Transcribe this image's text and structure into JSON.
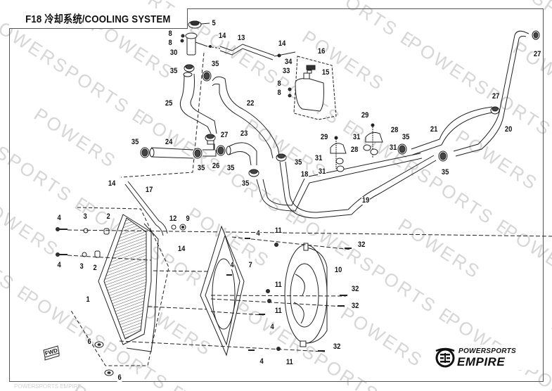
{
  "title": "F18 冷却系统/COOLING SYSTEM",
  "watermark": "POWERSPORTS EMPIRE",
  "brand": {
    "line1": "POWERSPORTS",
    "line2": "EMPIRE"
  },
  "fwd_label": "FWD",
  "colors": {
    "ink": "#111111",
    "frame": "#555555",
    "watermark": "#d6d6d6"
  },
  "callouts": [
    {
      "id": "c5",
      "label": "5"
    },
    {
      "id": "c8a",
      "label": "8"
    },
    {
      "id": "c8b",
      "label": "8"
    },
    {
      "id": "c30",
      "label": "30"
    },
    {
      "id": "c14a",
      "label": "14"
    },
    {
      "id": "c13",
      "label": "13"
    },
    {
      "id": "c14b",
      "label": "14"
    },
    {
      "id": "c16",
      "label": "16"
    },
    {
      "id": "c34",
      "label": "34"
    },
    {
      "id": "c33",
      "label": "33"
    },
    {
      "id": "c15",
      "label": "15"
    },
    {
      "id": "c8c",
      "label": "8"
    },
    {
      "id": "c8d",
      "label": "8"
    },
    {
      "id": "c35a",
      "label": "35"
    },
    {
      "id": "c35b",
      "label": "35"
    },
    {
      "id": "c25",
      "label": "25"
    },
    {
      "id": "c22",
      "label": "22"
    },
    {
      "id": "c27a",
      "label": "27"
    },
    {
      "id": "c27b",
      "label": "27"
    },
    {
      "id": "c27c",
      "label": "27"
    },
    {
      "id": "c35c",
      "label": "35"
    },
    {
      "id": "c24",
      "label": "24"
    },
    {
      "id": "c23",
      "label": "23"
    },
    {
      "id": "c35d",
      "label": "35"
    },
    {
      "id": "c26",
      "label": "26"
    },
    {
      "id": "c35e",
      "label": "35"
    },
    {
      "id": "c35f",
      "label": "35"
    },
    {
      "id": "c35g",
      "label": "35"
    },
    {
      "id": "c29a",
      "label": "29"
    },
    {
      "id": "c29b",
      "label": "29"
    },
    {
      "id": "c28a",
      "label": "28"
    },
    {
      "id": "c28b",
      "label": "28"
    },
    {
      "id": "c31a",
      "label": "31"
    },
    {
      "id": "c31b",
      "label": "31"
    },
    {
      "id": "c31c",
      "label": "31"
    },
    {
      "id": "c31d",
      "label": "31"
    },
    {
      "id": "c35h",
      "label": "35"
    },
    {
      "id": "c35i",
      "label": "35"
    },
    {
      "id": "c21",
      "label": "21"
    },
    {
      "id": "c20",
      "label": "20"
    },
    {
      "id": "c18",
      "label": "18"
    },
    {
      "id": "c19",
      "label": "19"
    },
    {
      "id": "c14c",
      "label": "14"
    },
    {
      "id": "c17",
      "label": "17"
    },
    {
      "id": "c12",
      "label": "12"
    },
    {
      "id": "c9",
      "label": "9"
    },
    {
      "id": "c14d",
      "label": "14"
    },
    {
      "id": "c4a",
      "label": "4"
    },
    {
      "id": "c3a",
      "label": "3"
    },
    {
      "id": "c2a",
      "label": "2"
    },
    {
      "id": "c4b",
      "label": "4"
    },
    {
      "id": "c3b",
      "label": "3"
    },
    {
      "id": "c2b",
      "label": "2"
    },
    {
      "id": "c1",
      "label": "1"
    },
    {
      "id": "c6a",
      "label": "6"
    },
    {
      "id": "c6b",
      "label": "6"
    },
    {
      "id": "c4c",
      "label": "4"
    },
    {
      "id": "c4d",
      "label": "4"
    },
    {
      "id": "c7",
      "label": "7"
    },
    {
      "id": "c4e",
      "label": "4"
    },
    {
      "id": "c4f",
      "label": "4"
    },
    {
      "id": "c11a",
      "label": "11"
    },
    {
      "id": "c11b",
      "label": "11"
    },
    {
      "id": "c11c",
      "label": "11"
    },
    {
      "id": "c11d",
      "label": "11"
    },
    {
      "id": "c10",
      "label": "10"
    },
    {
      "id": "c32a",
      "label": "32"
    },
    {
      "id": "c32b",
      "label": "32"
    },
    {
      "id": "c32c",
      "label": "32"
    },
    {
      "id": "c32d",
      "label": "32"
    }
  ]
}
